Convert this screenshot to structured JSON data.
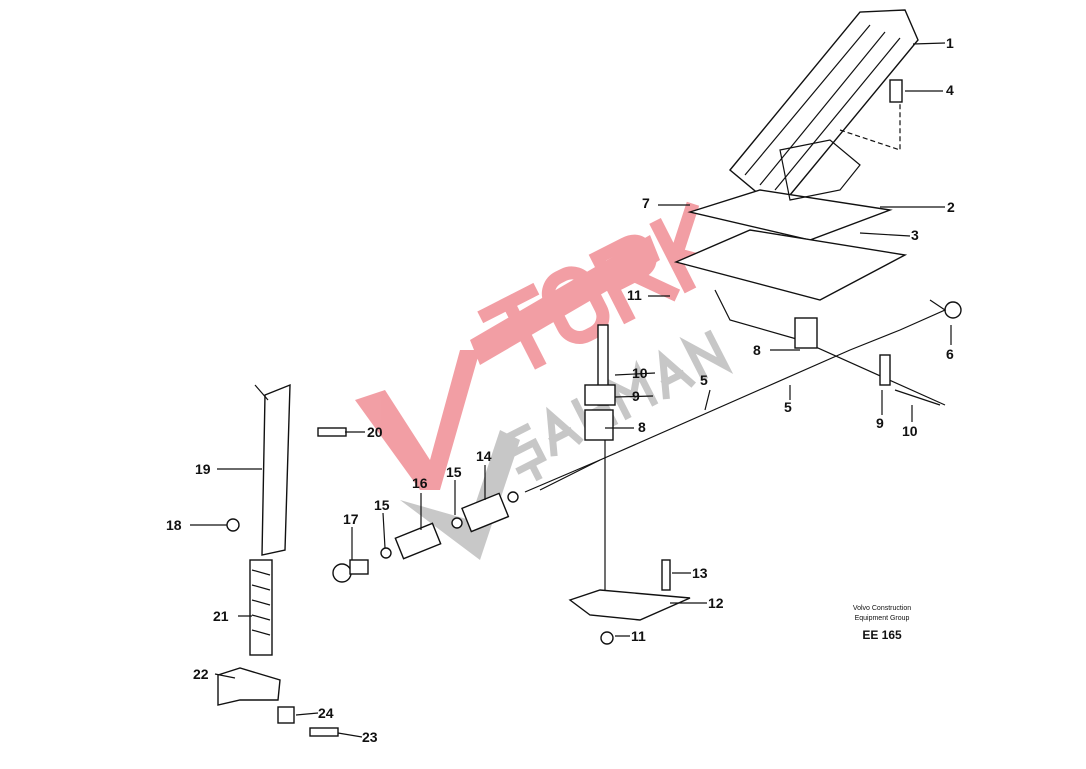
{
  "diagram": {
    "title": "Accelerator pedal assembly",
    "labels": [
      "1",
      "4",
      "2",
      "3",
      "7",
      "11",
      "6",
      "8",
      "10",
      "9",
      "5",
      "5",
      "9",
      "10",
      "8",
      "20",
      "19",
      "14",
      "15",
      "16",
      "15",
      "17",
      "18",
      "21",
      "13",
      "12",
      "11",
      "22",
      "24",
      "23"
    ],
    "credit_line1": "Volvo Construction",
    "credit_line2": "Equipment Group",
    "code": "EE 165"
  },
  "watermark": {
    "brand": "TORK",
    "sub": "ŞAHMAN",
    "color": "#e8505b",
    "sub_color": "#9a9a9a"
  }
}
